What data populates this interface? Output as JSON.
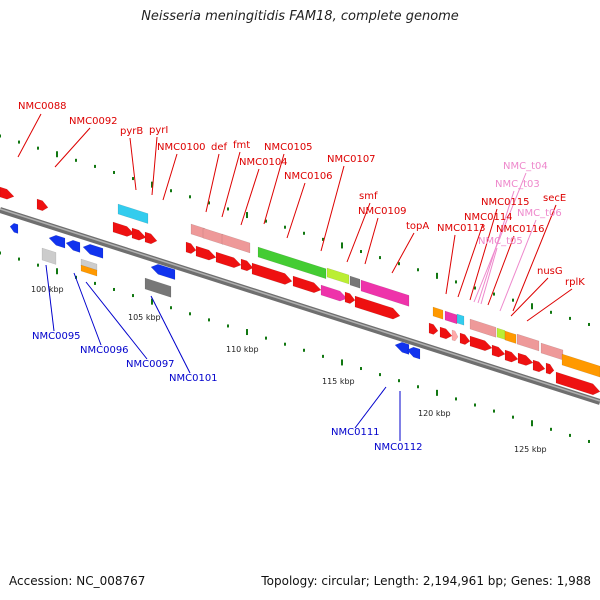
{
  "title": "Neisseria meningitidis FAM18, complete genome",
  "footer": {
    "accession": "Accession: NC_008767",
    "summary": "Topology: circular; Length: 2,194,961 bp; Genes: 1,988"
  },
  "colors": {
    "forward_label": "#dd0000",
    "reverse_label": "#0000cc",
    "trna_label": "#ee88cc",
    "backbone": "#777777",
    "tick": "#117711"
  },
  "scale_labels": [
    "100 kbp",
    "105 kbp",
    "110 kbp",
    "115 kbp",
    "120 kbp",
    "125 kbp"
  ],
  "forward_labels": [
    "NMC0088",
    "NMC0092",
    "pyrB",
    "pyrI",
    "NMC0100",
    "def",
    "fmt",
    "NMC0105",
    "NMC0104",
    "NMC0106",
    "NMC0107",
    "smf",
    "NMC0109",
    "topA",
    "NMC0113",
    "NMC0114",
    "NMC0115",
    "secE",
    "NMC0116",
    "nusG",
    "rplK"
  ],
  "trna_labels": [
    "NMC_t04",
    "NMC_t03",
    "NMC_t06",
    "NMC_t05"
  ],
  "reverse_labels": [
    "NMC0095",
    "NMC0096",
    "NMC0097",
    "NMC0101",
    "NMC0111",
    "NMC0112"
  ]
}
